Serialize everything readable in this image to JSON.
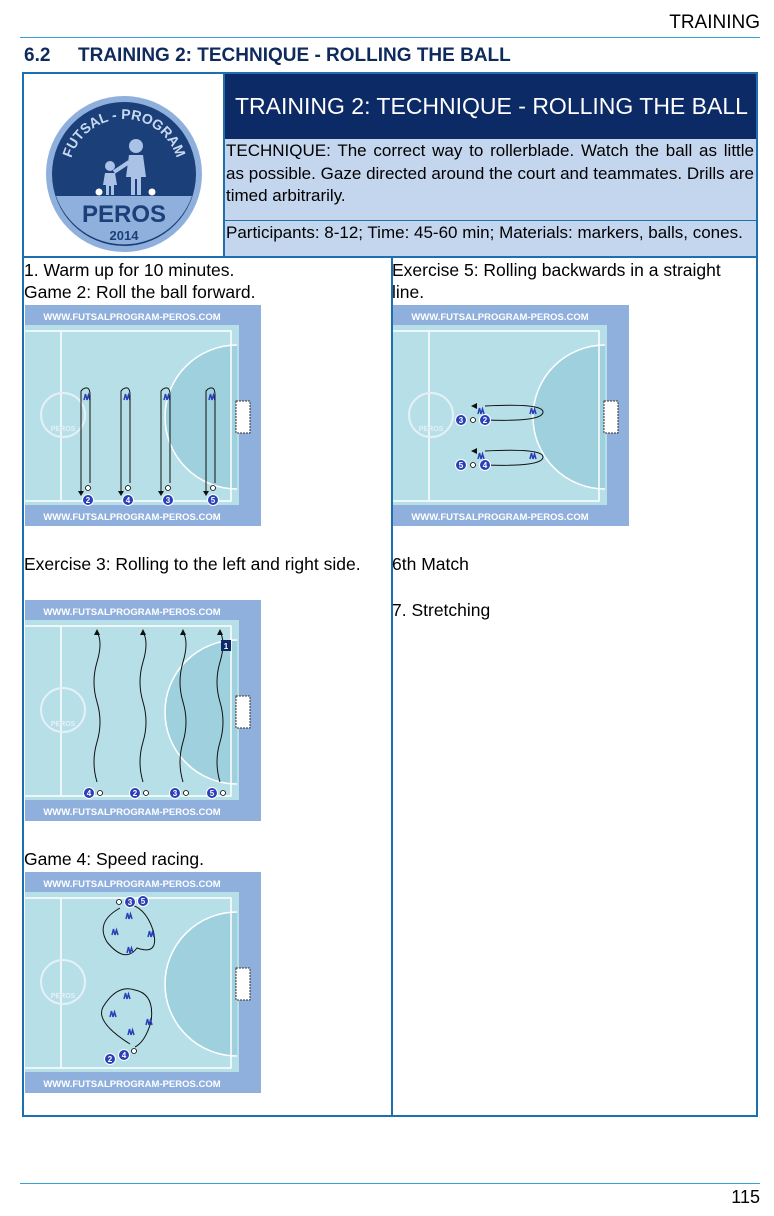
{
  "running_header": "TRAINING",
  "section": {
    "number": "6.2",
    "title": "TRAINING 2: TECHNIQUE - ROLLING THE BALL"
  },
  "logo": {
    "arc_text": "FUTSAL - PROGRAM",
    "name": "PEROS",
    "year": "2014"
  },
  "card": {
    "title": "TRAINING 2: TECHNIQUE - ROLLING THE BALL",
    "description": "TECHNIQUE: The correct way to rollerblade. Watch the ball as little as possible. Gaze directed around the court and teammates. Drills are timed arbitrarily.",
    "participants": "Participants: 8-12; Time: 45-60 min; Materials: markers, balls, cones."
  },
  "left": {
    "item1": "1. Warm up for 10 minutes.",
    "item2": "Game 2: Roll the ball forward.",
    "item3": "Exercise 3: Rolling to the left and right side.",
    "item4": "Game 4: Speed racing."
  },
  "right": {
    "item5": "Exercise 5: Rolling backwards in a straight line.",
    "item6": "6th Match",
    "item7": "7. Stretching"
  },
  "diagram_banner": "WWW.FUTSALPROGRAM-PEROS.COM",
  "diagrams": {
    "d1": {
      "players": [
        "2",
        "4",
        "3",
        "5"
      ]
    },
    "d2": {
      "players": [
        "3",
        "2",
        "5",
        "4"
      ]
    },
    "d3": {
      "players": [
        "4",
        "2",
        "3",
        "5"
      ],
      "marker": "1"
    },
    "d4": {
      "players": [
        "3",
        "5",
        "2",
        "4"
      ]
    }
  },
  "colors": {
    "navy": "#0c2a66",
    "light": "#c3d6ee",
    "border": "#1d6fb0",
    "field": "#b4dde6",
    "court_frame": "#8fb0dc"
  },
  "page_number": "115"
}
